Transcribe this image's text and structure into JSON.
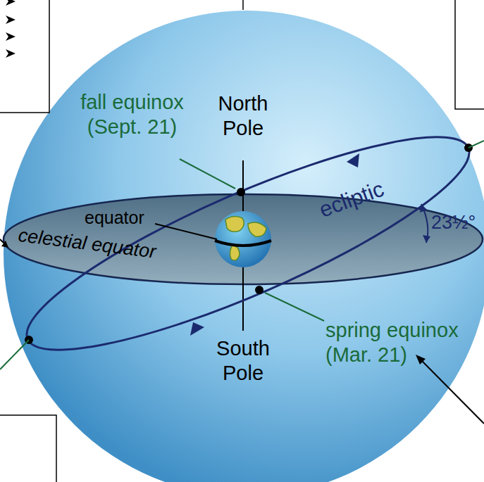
{
  "diagram": {
    "labels": [
      "fall equinox (Sept. 21)",
      "North Pole",
      "equator",
      "celestial equator",
      "ecliptic",
      "23½°",
      "spring equinox (Mar. 21)",
      "South Pole"
    ]
  }
}
